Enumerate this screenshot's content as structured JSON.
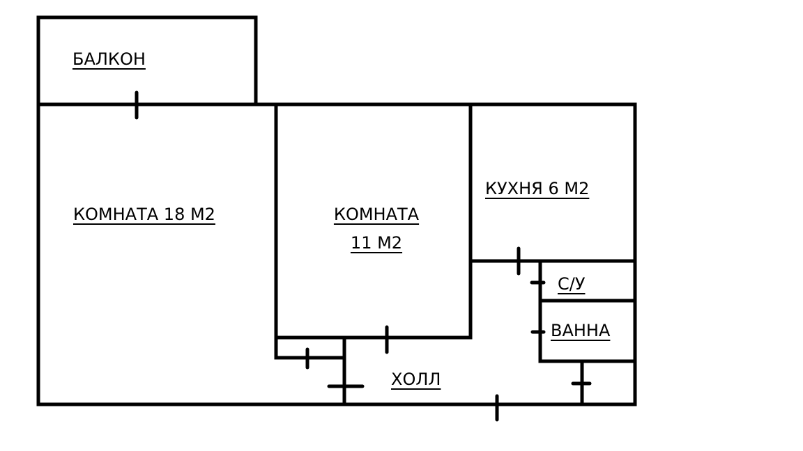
{
  "plan": {
    "rooms": {
      "balcony": "БАЛКОН",
      "room_large": "КОМНАТА 18 М2",
      "room_small_line1": "КОМНАТА",
      "room_small_line2": "11 М2",
      "kitchen": "КУХНЯ 6 М2",
      "toilet": "С/У",
      "bathroom": "ВАННА",
      "hall": "ХОЛЛ"
    },
    "line_color": "#000000",
    "background_color": "#ffffff"
  }
}
